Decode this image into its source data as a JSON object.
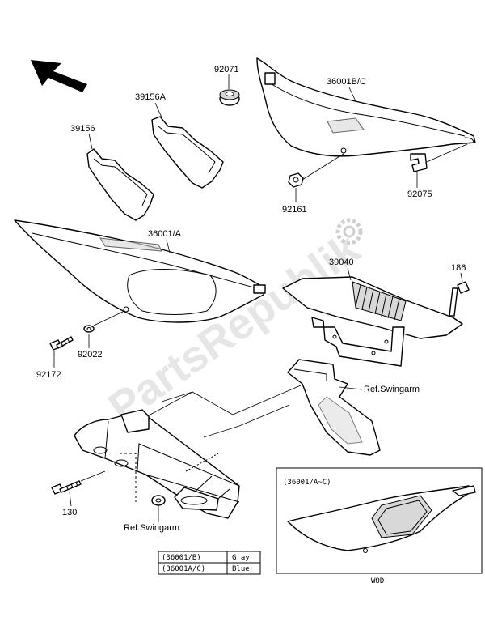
{
  "watermark": "PartsRepublik",
  "labels": {
    "p92071": "92071",
    "p36001bc": "36001B/C",
    "p39156a": "39156A",
    "p39156": "39156",
    "p92075": "92075",
    "p92161": "92161",
    "p36001a": "36001/A",
    "p39040": "39040",
    "p186": "186",
    "p92022": "92022",
    "p92172": "92172",
    "p130": "130",
    "ref_swingarm_1": "Ref.Swingarm",
    "ref_swingarm_2": "Ref.Swingarm"
  },
  "inset": {
    "title": "(36001/A~C)",
    "caption": "WOD"
  },
  "color_table": [
    {
      "code": "(36001/B)",
      "color": "Gray"
    },
    {
      "code": "(36001A/C)",
      "color": "Blue"
    }
  ]
}
